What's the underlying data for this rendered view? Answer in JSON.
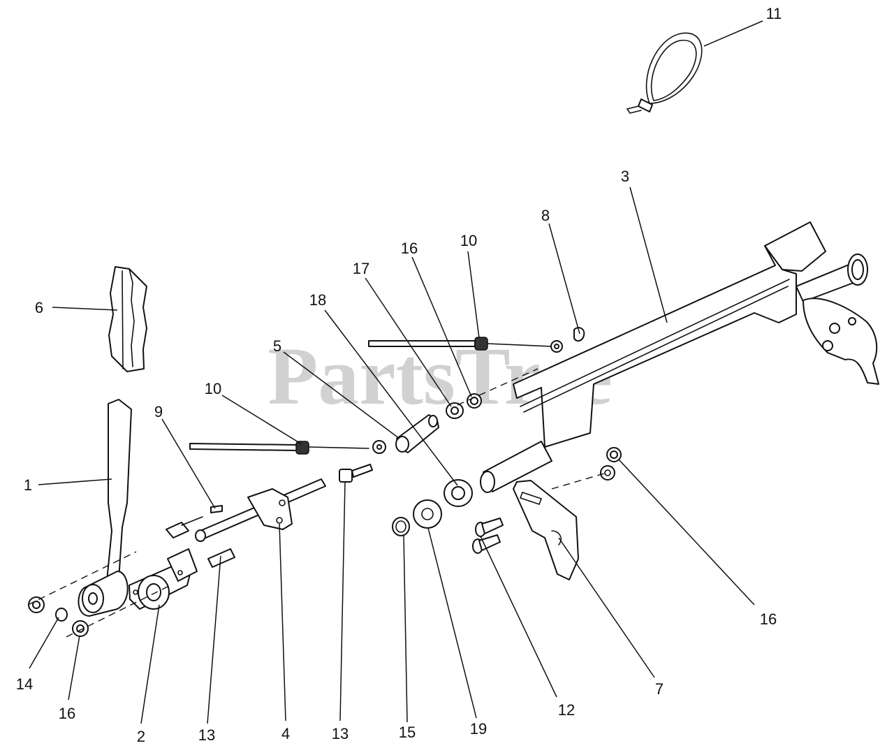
{
  "watermark": "PartsTree",
  "callouts": [
    {
      "id": "c11",
      "label": "11"
    },
    {
      "id": "c3",
      "label": "3"
    },
    {
      "id": "c8",
      "label": "8"
    },
    {
      "id": "c10a",
      "label": "10"
    },
    {
      "id": "c16a",
      "label": "16"
    },
    {
      "id": "c17",
      "label": "17"
    },
    {
      "id": "c18",
      "label": "18"
    },
    {
      "id": "c5",
      "label": "5"
    },
    {
      "id": "c6",
      "label": "6"
    },
    {
      "id": "c10b",
      "label": "10"
    },
    {
      "id": "c9",
      "label": "9"
    },
    {
      "id": "c1",
      "label": "1"
    },
    {
      "id": "c14",
      "label": "14"
    },
    {
      "id": "c16b",
      "label": "16"
    },
    {
      "id": "c2",
      "label": "2"
    },
    {
      "id": "c13a",
      "label": "13"
    },
    {
      "id": "c4",
      "label": "4"
    },
    {
      "id": "c13b",
      "label": "13"
    },
    {
      "id": "c15",
      "label": "15"
    },
    {
      "id": "c19",
      "label": "19"
    },
    {
      "id": "c12",
      "label": "12"
    },
    {
      "id": "c7",
      "label": "7"
    },
    {
      "id": "c16c",
      "label": "16"
    }
  ]
}
